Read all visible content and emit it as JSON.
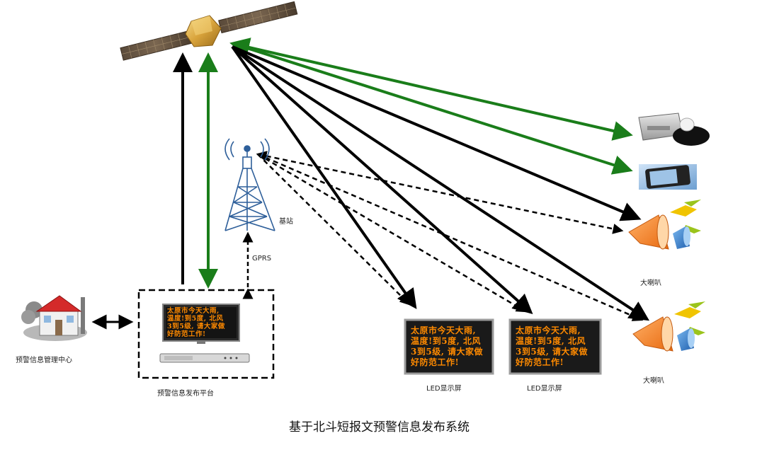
{
  "diagram": {
    "caption": "基于北斗短报文预警信息发布系统",
    "labels": {
      "base_station": "基站",
      "gprs": "GPRS",
      "management_center": "预警信息管理中心",
      "publishing_platform": "预警信息发布平台",
      "led_1": "LED显示屏",
      "led_2": "LED显示屏",
      "speaker_1": "大喇叭",
      "speaker_2": "大喇叭"
    },
    "led_message_lines": [
      "太原市今天大雨,",
      "温度!到5度, 北风",
      "3到5级, 请大家做",
      "好防范工作!"
    ],
    "colors": {
      "satellite_link": "#1a7d1a",
      "broadcast_link": "#000000",
      "led_background": "#1a1a1a",
      "led_text": "#ff8a00"
    },
    "icons": [
      "satellite-icon",
      "cell-tower-icon",
      "house-icon",
      "monitor-icon",
      "rack-device-icon",
      "terminal-icon",
      "handheld-icon",
      "loudspeaker-icon"
    ]
  }
}
